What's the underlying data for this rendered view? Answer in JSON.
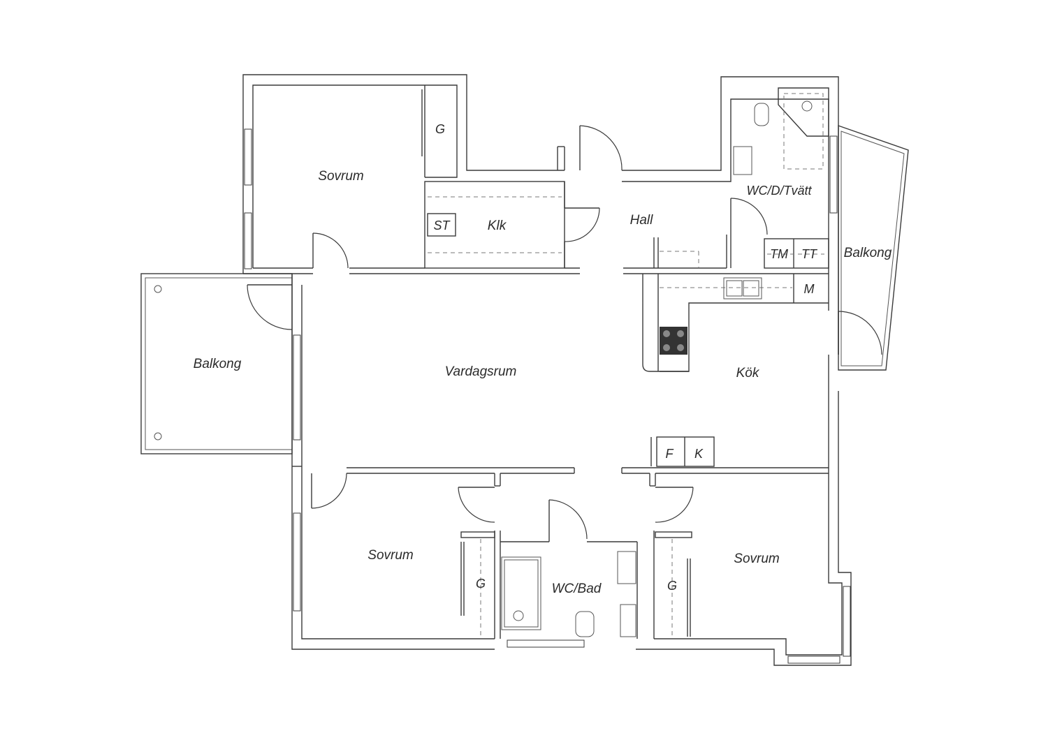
{
  "rooms": {
    "sovrum_top": "Sovrum",
    "garderob_top": "G",
    "stad": "ST",
    "klk": "Klk",
    "hall": "Hall",
    "wc_d_tvatt": "WC/D/Tvätt",
    "tm": "TM",
    "tt": "TT",
    "balkong_right": "Balkong",
    "m": "M",
    "balkong_left": "Balkong",
    "vardagsrum": "Vardagsrum",
    "kok": "Kök",
    "f": "F",
    "k": "K",
    "sovrum_bottom_left": "Sovrum",
    "garderob_bottom_left": "G",
    "wc_bad": "WC/Bad",
    "garderob_bottom_right": "G",
    "sovrum_bottom_right": "Sovrum"
  },
  "colors": {
    "line": "#3a3a3a",
    "background": "#ffffff"
  }
}
